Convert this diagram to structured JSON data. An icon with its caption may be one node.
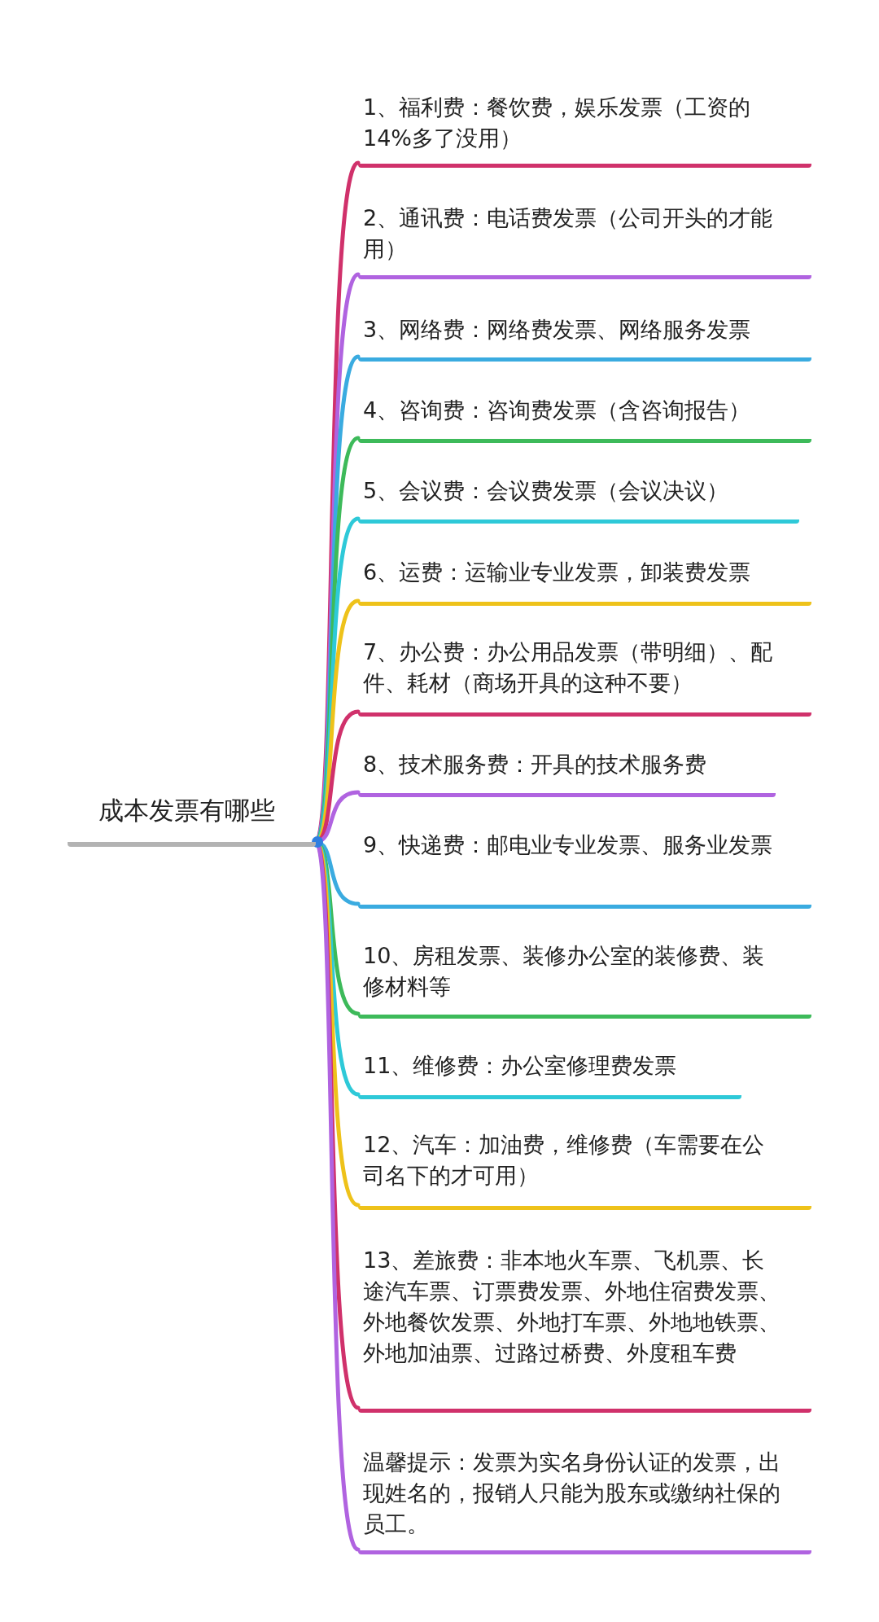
{
  "diagram": {
    "nodes": [
      {
        "text": [
          "成本发票有哪些"
        ]
      },
      {
        "text": [
          "1、福利费：餐饮费，娱乐发票（工资的14%多了没用）"
        ]
      },
      {
        "text": [
          "2、通讯费：电话费发票（公司开头的才能用）"
        ]
      },
      {
        "text": [
          "3、网络费：网络费发票、网络服务发票"
        ]
      },
      {
        "text": [
          "4、咨询费：咨询费发票（含咨询报告）"
        ]
      },
      {
        "text": [
          "5、会议费：会议费发票（会议决议）"
        ]
      },
      {
        "text": [
          "6、运费：运输业专业发票，卸装费发票"
        ]
      },
      {
        "text": [
          "7、办公费：办公用品发票（带明细）、配件、耗材（商场开具的这种不要）"
        ]
      },
      {
        "text": [
          "8、技术服务费：开具的技术服务费"
        ]
      },
      {
        "text": [
          "9、快递费：邮电业专业发票、服务业发票"
        ]
      },
      {
        "text": [
          "10、房租发票、装修办公室的装修费、装修材料等"
        ]
      },
      {
        "text": [
          "11、维修费：办公室修理费发票"
        ]
      },
      {
        "text": [
          "12、汽车：加油费，维修费（车需要在公司名下的才可用）"
        ]
      },
      {
        "text": [
          "13、差旅费：非本地火车票、飞机票、长途汽车票、订票费发票、外地住宿费发票、外地餐饮发票、外地打车票、外地地铁票、外地加油票、过路过桥费、外度租车费"
        ]
      },
      {
        "text": [
          "温馨提示：发票为实名身份认证的发票，出现姓名的，报销人只能为股东或缴纳社保的员工。"
        ]
      }
    ],
    "edges": [
      {
        "from": 0,
        "to": 1,
        "arrow": "none",
        "color": "#d0316b"
      },
      {
        "from": 0,
        "to": 2,
        "arrow": "none",
        "color": "#b063e0"
      },
      {
        "from": 0,
        "to": 3,
        "arrow": "none",
        "color": "#3aabe0"
      },
      {
        "from": 0,
        "to": 4,
        "arrow": "none",
        "color": "#3dba5a"
      },
      {
        "from": 0,
        "to": 5,
        "arrow": "none",
        "color": "#2ec9d8"
      },
      {
        "from": 0,
        "to": 6,
        "arrow": "none",
        "color": "#eec21a"
      },
      {
        "from": 0,
        "to": 7,
        "arrow": "none",
        "color": "#d0316b"
      },
      {
        "from": 0,
        "to": 8,
        "arrow": "none",
        "color": "#b063e0"
      },
      {
        "from": 0,
        "to": 9,
        "arrow": "none",
        "color": "#3aabe0"
      },
      {
        "from": 0,
        "to": 10,
        "arrow": "none",
        "color": "#3dba5a"
      },
      {
        "from": 0,
        "to": 11,
        "arrow": "none",
        "color": "#2ec9d8"
      },
      {
        "from": 0,
        "to": 12,
        "arrow": "none",
        "color": "#eec21a"
      },
      {
        "from": 0,
        "to": 13,
        "arrow": "none",
        "color": "#d0316b"
      },
      {
        "from": 0,
        "to": 14,
        "arrow": "none",
        "color": "#b063e0"
      }
    ]
  }
}
